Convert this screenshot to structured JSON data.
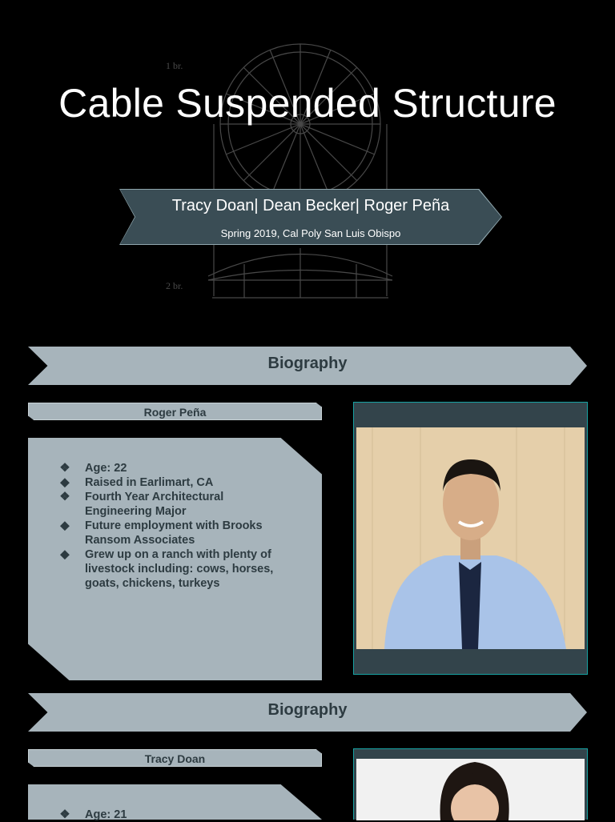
{
  "poster": {
    "title": "Cable Suspended Structure",
    "authors": "Tracy Doan| Dean Becker| Roger Peña",
    "subtitle": "Spring 2019, Cal Poly San Luis Obispo"
  },
  "sections": [
    {
      "banner": "Biography",
      "name": "Roger Peña",
      "bullets": [
        "Age: 22",
        "Raised in Earlimart, CA",
        "Fourth Year Architectural Engineering Major",
        "Future employment with Brooks Ransom Associates",
        "Grew up on a ranch with plenty of livestock including: cows, horses, goats, chickens, turkeys"
      ]
    },
    {
      "banner": "Biography",
      "name": "Tracy Doan",
      "bullets": [
        "Age: 21"
      ]
    }
  ],
  "sketch_labels": {
    "top": "1 br.",
    "bottom": "2 br."
  },
  "colors": {
    "background": "#000000",
    "panel": "#a7b4bb",
    "ribbon": "#3a4d55",
    "frame": "#33444b",
    "frame_border": "#17a2a2"
  }
}
